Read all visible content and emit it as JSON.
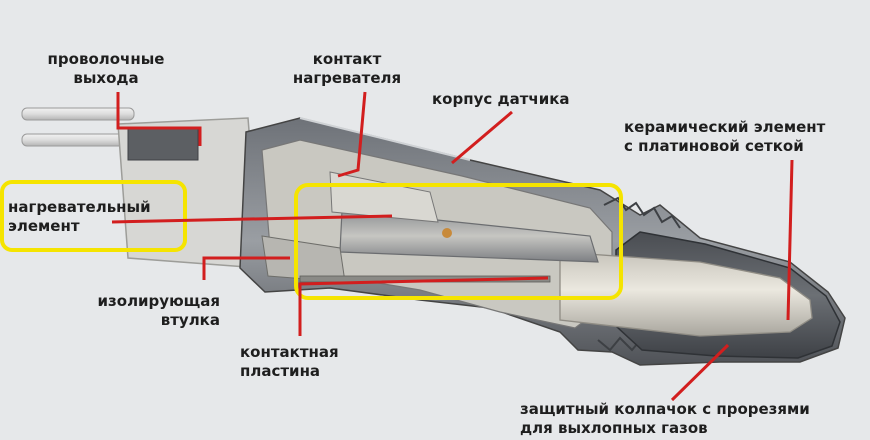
{
  "labels": {
    "wire_outputs": [
      "проволочные",
      "выхода"
    ],
    "heater_contact": [
      "контакт",
      "нагревателя"
    ],
    "sensor_body": "корпус датчика",
    "ceramic_element": [
      "керамический элемент",
      "с платиновой сеткой"
    ],
    "heating_element": [
      "нагревательный",
      "элемент"
    ],
    "insulating_sleeve": [
      "изолирующая",
      "втулка"
    ],
    "contact_plate": [
      "контактная",
      "пластина"
    ],
    "protective_cap": [
      "защитный колпачок с прорезями",
      "для выхлопных газов"
    ]
  },
  "colors": {
    "pointer": "#d21e1e",
    "highlight": "#f5e400",
    "metal_dark": "#55585d",
    "metal_mid": "#8a8e93",
    "metal_light": "#b9bcc0",
    "ceramic": "#d9d6cc",
    "background": "#e6e8ea"
  }
}
